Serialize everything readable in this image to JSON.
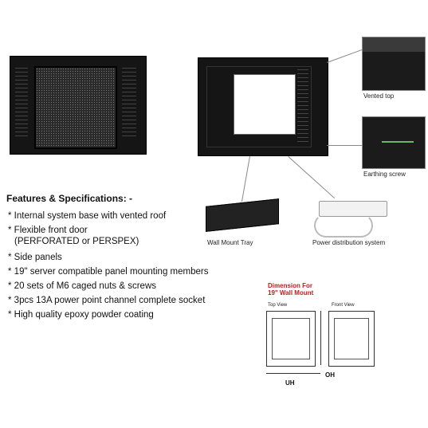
{
  "captions": {
    "vented_top": "Vented top",
    "earthing_screw": "Earthing screw",
    "wall_mount_tray": "Wall Mount Tray",
    "power_distribution": "Power distribution system"
  },
  "features": {
    "title": "Features & Specifications: -",
    "items": [
      "* Internal system base with vented roof",
      "* Flexible front door",
      "(PERFORATED or PERSPEX)",
      "* Side panels",
      "* 19\" server compatible panel mounting members",
      "* 20 sets of M6 caged nuts & screws",
      "* 3pcs 13A power point channel complete socket",
      "* High quality epoxy powder coating"
    ]
  },
  "dimension": {
    "title_line1": "Dimension For",
    "title_line2": "19\" Wall Mount",
    "top_view": "Top View",
    "front_view": "Front View",
    "oh": "OH",
    "uh": "UH"
  },
  "colors": {
    "dimension_title": "#c41a1a",
    "cabinet": "#151515"
  }
}
